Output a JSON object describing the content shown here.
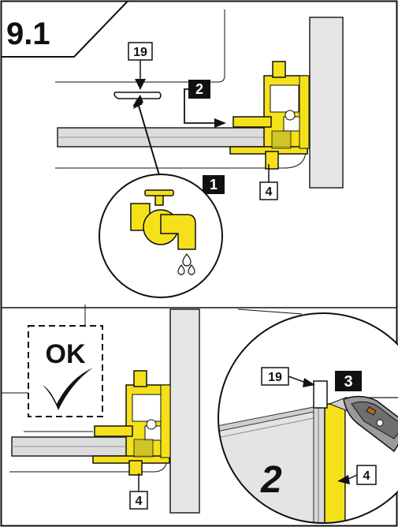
{
  "step_title": "9.1",
  "ok_label": "OK",
  "callouts": {
    "part_19_top": "19",
    "step_2_top": "2",
    "step_1": "1",
    "part_4_top": "4",
    "part_19_bottom": "19",
    "step_3": "3",
    "part_4_mid": "4",
    "part_4_bottom": "4",
    "panel_number": "2"
  },
  "colors": {
    "accent_yellow": "#f4e11a",
    "glass_gray": "#dcdcdc",
    "wall_gray": "#e6e6e6",
    "ink": "#111111"
  },
  "icons": [
    "water-tap-icon",
    "water-drop-icon",
    "check-mark-icon",
    "utility-knife-icon"
  ]
}
